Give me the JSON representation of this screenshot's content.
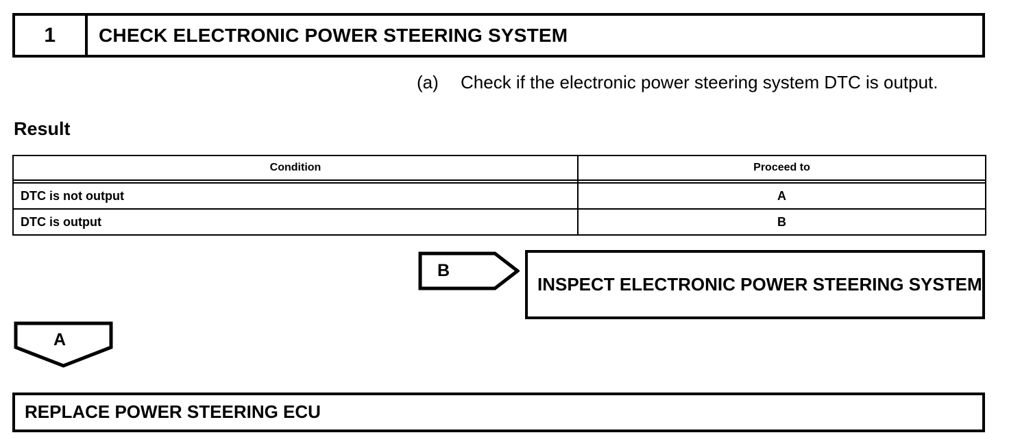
{
  "step": {
    "number": "1",
    "title": "CHECK ELECTRONIC POWER STEERING SYSTEM"
  },
  "instruction": {
    "marker": "(a)",
    "text": "Check if the electronic power steering system DTC is output."
  },
  "result": {
    "label": "Result",
    "columns": [
      "Condition",
      "Proceed to"
    ],
    "rows": [
      {
        "condition": "DTC is not output",
        "proceed": "A"
      },
      {
        "condition": "DTC is output",
        "proceed": "B"
      }
    ]
  },
  "connectors": {
    "b": "B",
    "a": "A"
  },
  "actions": {
    "inspect": "INSPECT ELECTRONIC POWER STEERING SYSTEM",
    "replace": "REPLACE POWER STEERING ECU"
  },
  "colors": {
    "line": "#000000",
    "background": "#ffffff",
    "text": "#000000"
  }
}
